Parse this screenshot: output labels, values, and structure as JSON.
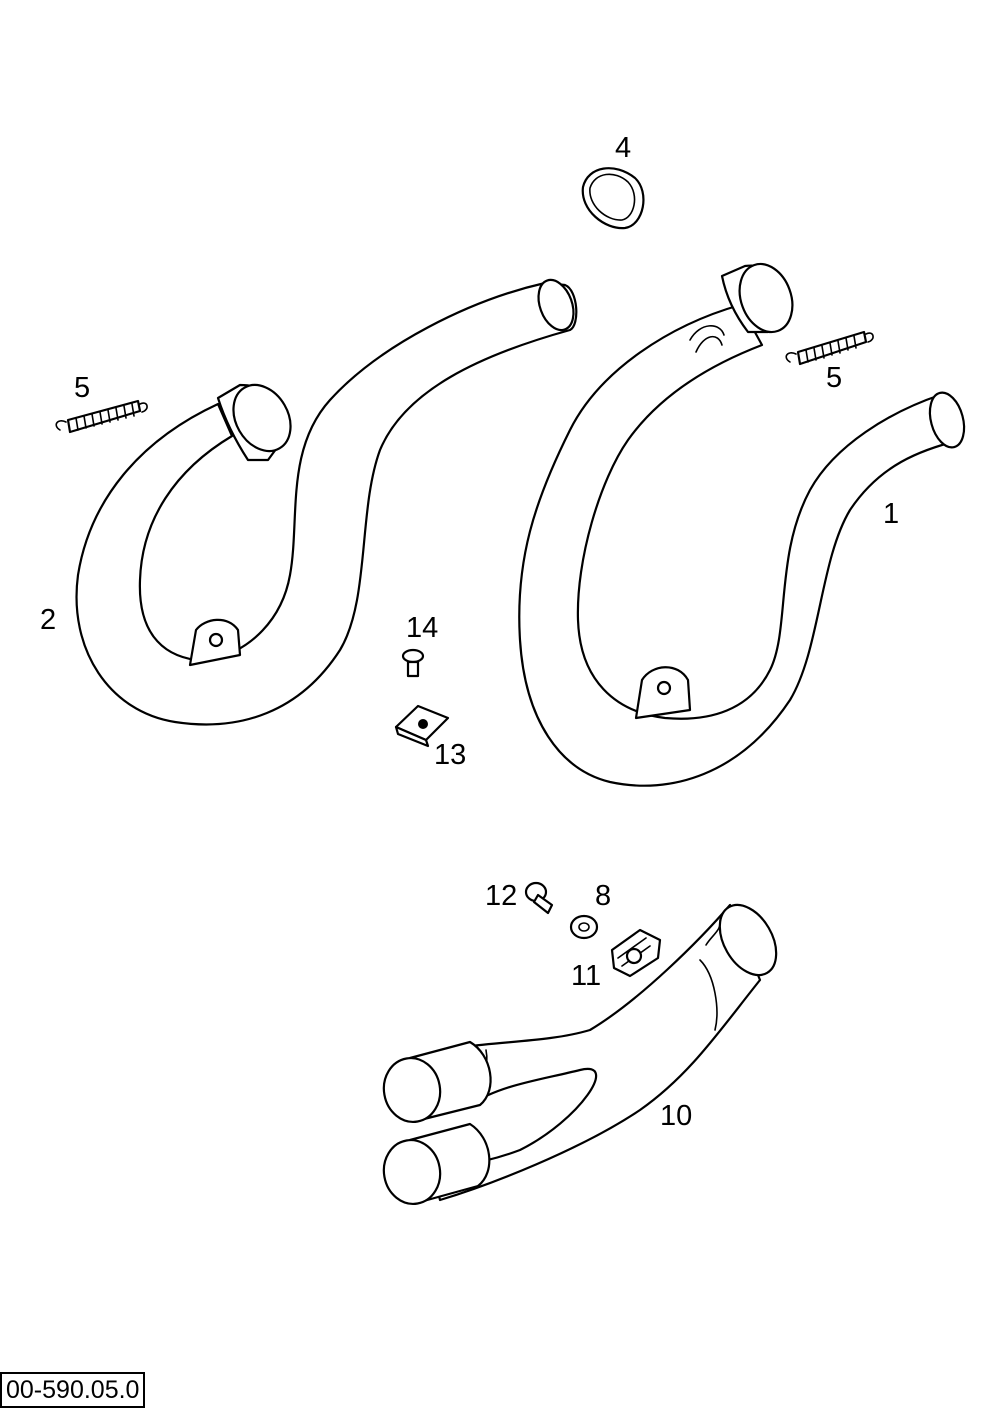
{
  "callouts": {
    "pipe_right": "1",
    "pipe_left": "2",
    "gasket": "4",
    "spring_left": "5",
    "spring_right": "5",
    "washer": "8",
    "collector": "10",
    "clamp": "11",
    "bolt_collector": "12",
    "clip_nut": "13",
    "screw": "14"
  },
  "drawing_number": "00-590.05.0",
  "colors": {
    "line": "#000000",
    "background": "#ffffff"
  }
}
